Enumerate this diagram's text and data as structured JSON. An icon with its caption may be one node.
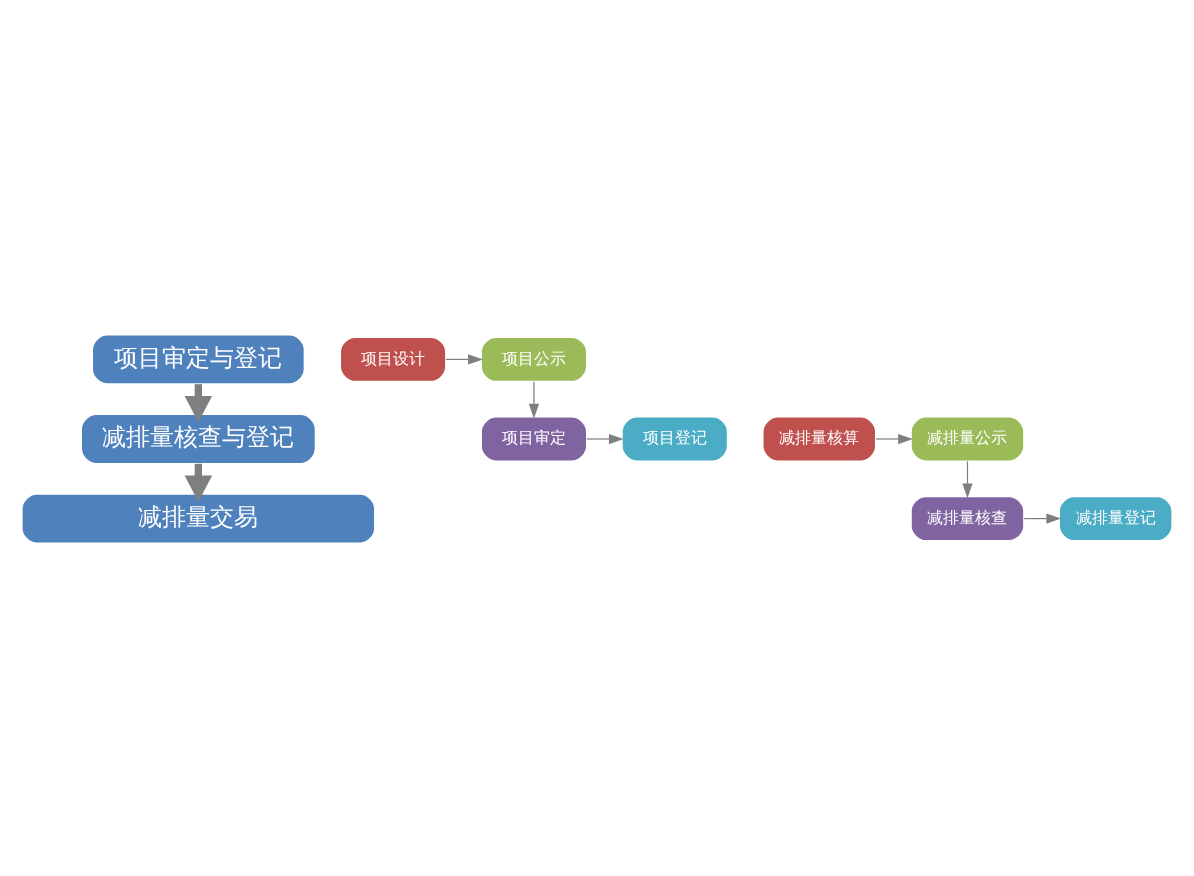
{
  "diagram": {
    "nodes": [
      {
        "text": [
          "项目审定与登记"
        ]
      },
      {
        "text": [
          "项目设计"
        ]
      },
      {
        "text": [
          "项目公示"
        ]
      },
      {
        "text": [
          "项目审定"
        ]
      },
      {
        "text": [
          "项目登记"
        ]
      },
      {
        "text": [
          "减排量核查与登记"
        ]
      },
      {
        "text": [
          "减排量核算"
        ]
      },
      {
        "text": [
          "减排量公示"
        ]
      },
      {
        "text": [
          "减排量核查"
        ]
      },
      {
        "text": [
          "减排量登记"
        ]
      },
      {
        "text": [
          "减排量交易"
        ]
      }
    ],
    "edges": [
      {
        "from": 1,
        "to": 2,
        "arrow": "to"
      },
      {
        "from": 2,
        "to": 3,
        "arrow": "to"
      },
      {
        "from": 3,
        "to": 4,
        "arrow": "to"
      },
      {
        "from": 0,
        "to": 5,
        "arrow": "to",
        "style": "thick"
      },
      {
        "from": 6,
        "to": 7,
        "arrow": "to"
      },
      {
        "from": 7,
        "to": 8,
        "arrow": "to"
      },
      {
        "from": 8,
        "to": 9,
        "arrow": "to"
      },
      {
        "from": 5,
        "to": 10,
        "arrow": "to",
        "style": "thick"
      }
    ]
  }
}
